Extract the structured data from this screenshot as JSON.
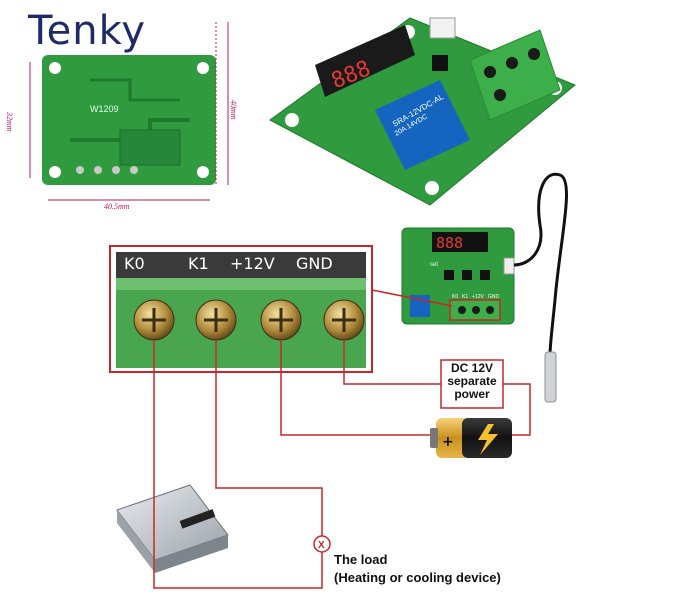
{
  "brand": {
    "logo_text": "Tenky"
  },
  "dimensions": {
    "width_label": "40.5mm",
    "height_left_label": "32mm",
    "height_right_label": "40mm"
  },
  "board_marking": "W1209",
  "relay_text": [
    "SRA-12VDC-AL",
    "20A 14VDC"
  ],
  "terminals": {
    "k0": "K0",
    "k1": "K1",
    "v12": "+12V",
    "gnd": "GND"
  },
  "mini_board": {
    "set_label": "set",
    "terminals": [
      "K0",
      "K1",
      "+12V",
      "GND"
    ]
  },
  "power_box": {
    "line1": "DC 12V",
    "line2": "separate",
    "line3": "power"
  },
  "load": {
    "marker": "X",
    "title": "The load",
    "subtitle": "(Heating or cooling device)"
  },
  "colors": {
    "wire": "#c62828",
    "pcb": "#2e8b3a",
    "terminal_green": "#3cae4a",
    "brand": "#1f2a6b"
  }
}
